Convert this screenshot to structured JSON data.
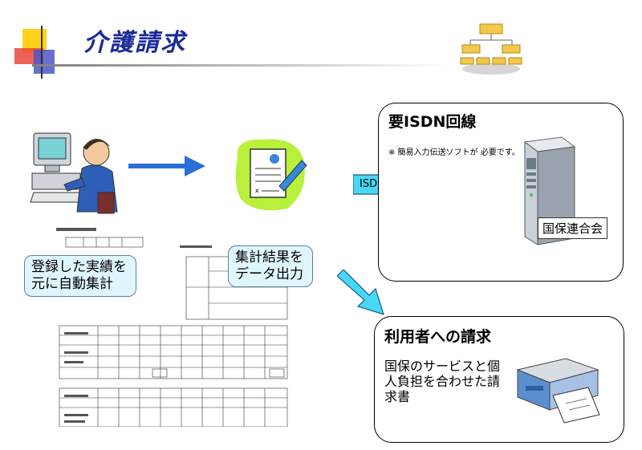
{
  "title": "介護請求",
  "callout_auto": "登録した実績を元に自動集計",
  "callout_data": "集計結果をデータ出力",
  "isdn_panel": {
    "title": "要ISDN回線",
    "note": "※ 簡易入力伝送ソフトが 必要です。",
    "server_label": "国保連合会"
  },
  "isdn_arrow_label": "ISDN　伝送",
  "billing_panel": {
    "title": "利用者への請求",
    "text": "国保のサービスと個人負担を合わせた請求書"
  },
  "colors": {
    "title": "#1a2a9a",
    "callout_bg": "#dff6ff",
    "arrow_blue": "#2b6fd6",
    "isdn_arrow": "#47d7f7"
  }
}
